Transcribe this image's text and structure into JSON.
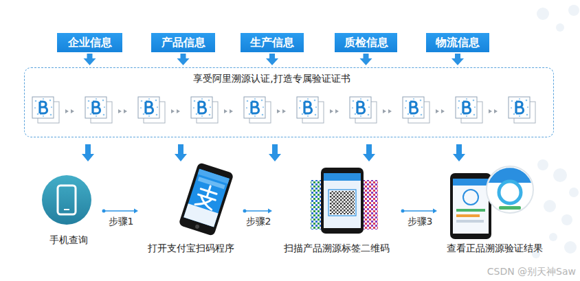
{
  "diagram": {
    "nodes": [
      {
        "text": [
          "企业信息"
        ]
      },
      {
        "text": [
          "产品信息"
        ]
      },
      {
        "text": [
          "生产信息"
        ]
      },
      {
        "text": [
          "质检信息"
        ]
      },
      {
        "text": [
          "物流信息"
        ]
      },
      {
        "text": [
          "享受阿里溯源认证,打造专属验证证书"
        ]
      },
      {
        "text": [
          "手机查询"
        ]
      },
      {
        "text": [
          "打开支付宝扫码程序"
        ]
      },
      {
        "text": [
          "扫描产品溯源标签二维码"
        ]
      },
      {
        "text": [
          "查看正品溯源验证结果"
        ]
      }
    ],
    "edges": [
      {
        "from": 0,
        "to": 5,
        "arrow": "to"
      },
      {
        "from": 1,
        "to": 5,
        "arrow": "to"
      },
      {
        "from": 2,
        "to": 5,
        "arrow": "to"
      },
      {
        "from": 3,
        "to": 5,
        "arrow": "to"
      },
      {
        "from": 4,
        "to": 5,
        "arrow": "to"
      },
      {
        "from": 6,
        "to": 7,
        "label": "步骤1",
        "arrow": "to"
      },
      {
        "from": 7,
        "to": 8,
        "label": "步骤2",
        "arrow": "to"
      },
      {
        "from": 8,
        "to": 9,
        "label": "步骤3",
        "arrow": "to"
      }
    ],
    "labels": [
      "CSDN @别天神Saw"
    ]
  }
}
